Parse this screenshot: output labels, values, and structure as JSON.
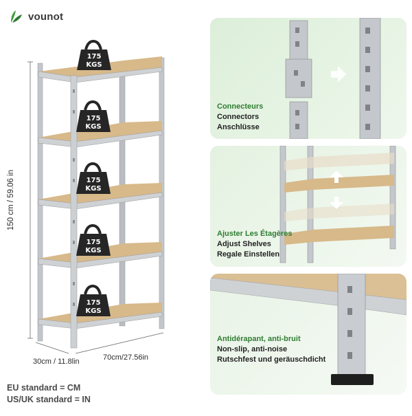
{
  "brand": {
    "name": "vounot"
  },
  "product": {
    "weights": [
      {
        "value": "175",
        "unit": "KGS"
      },
      {
        "value": "175",
        "unit": "KGS"
      },
      {
        "value": "175",
        "unit": "KGS"
      },
      {
        "value": "175",
        "unit": "KGS"
      },
      {
        "value": "175",
        "unit": "KGS"
      }
    ],
    "dimensions": {
      "height": "150 cm / 59.06 in",
      "depth": "30cm / 11.8lin",
      "width": "70cm/27.56in"
    }
  },
  "standards": {
    "eu": "EU standard = CM",
    "us": "US/UK standard = IN"
  },
  "features": [
    {
      "fr": "Connecteurs",
      "en": "Connectors",
      "de": "Anschlüsse"
    },
    {
      "fr": "Ajuster Les Étagères",
      "en": "Adjust Shelves",
      "de": "Regale Einstellen"
    },
    {
      "fr": "Antidérapant, anti-bruit",
      "en": "Non-slip, anti-noise",
      "de": "Rutschfest und geräuschdicht"
    }
  ],
  "colors": {
    "accent": "#2f7d32",
    "frame": "#b9bcc0",
    "board": "#d7b98a",
    "weight": "#262626"
  }
}
